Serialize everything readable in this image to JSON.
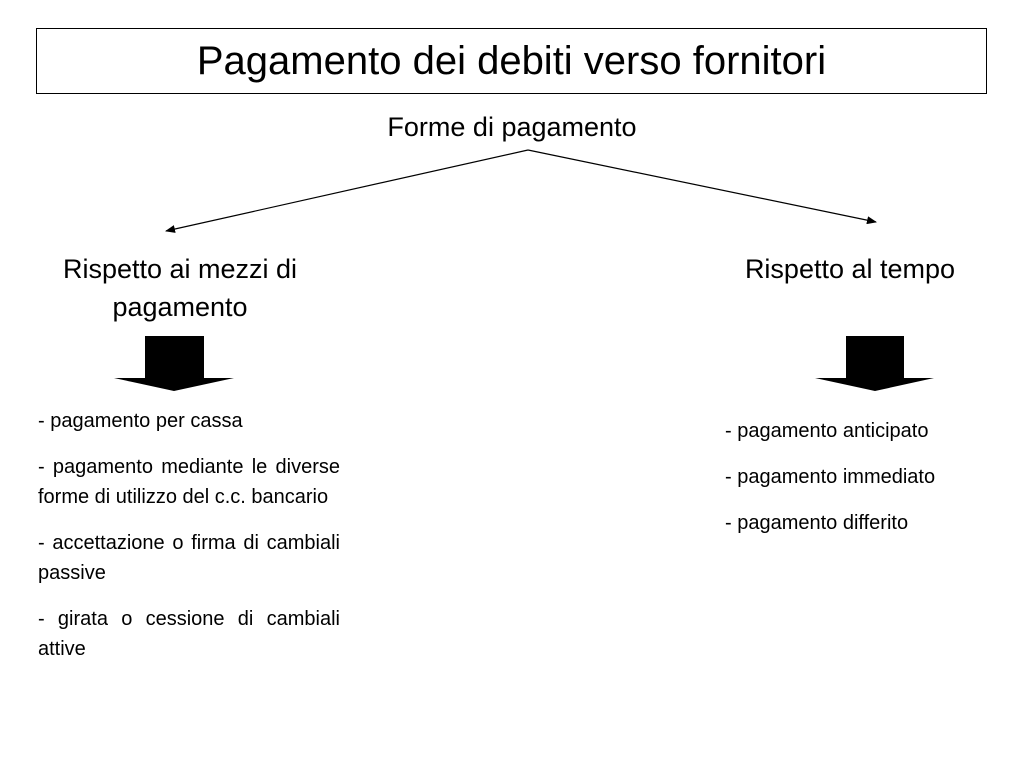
{
  "title": "Pagamento dei debiti verso fornitori",
  "root": {
    "label": "Forme di pagamento"
  },
  "branches": {
    "left": {
      "title": "Rispetto ai mezzi di pagamento",
      "items": [
        "- pagamento per cassa",
        "- pagamento mediante le diverse forme di utilizzo del c.c. bancario",
        "- accettazione o firma di cambiali passive",
        "- girata o cessione di cambiali attive"
      ]
    },
    "right": {
      "title": "Rispetto al tempo",
      "items": [
        "- pagamento anticipato",
        "- pagamento immediato",
        "- pagamento differito"
      ]
    }
  },
  "colors": {
    "text": "#000000",
    "background": "#ffffff",
    "arrow_fill": "#000000"
  },
  "icons": {
    "down_arrow": "block-down-arrow-icon"
  }
}
